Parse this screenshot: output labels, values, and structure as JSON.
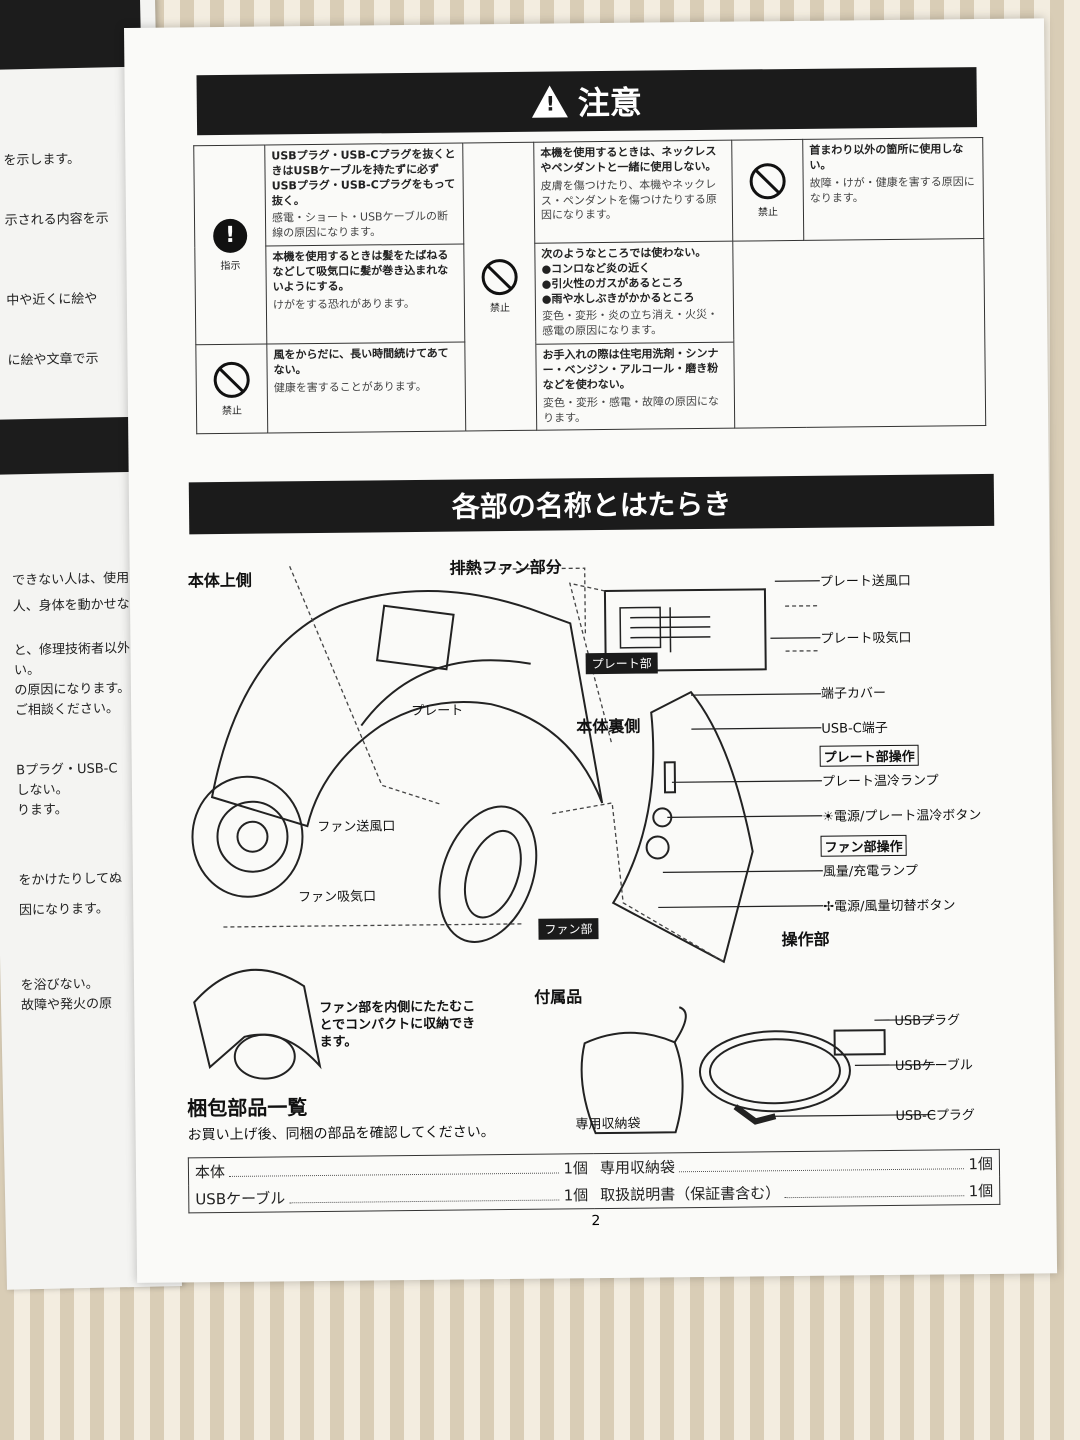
{
  "left_page": {
    "fragments": [
      "を示します。",
      "示される内容を示",
      "中や近くに絵や",
      "に絵や文章で示",
      "できない人は、使用",
      "人、身体を動かせな",
      "と、修理技術者以外",
      "い。",
      "の原因になります。",
      "ご相談ください。",
      "Bプラグ・USB-C",
      "しない。",
      "ります。",
      "をかけたりしてぬ",
      "因になります。",
      "を浴びない。",
      "故障や発火の原"
    ]
  },
  "caution": {
    "title": "注意",
    "instruct_label": "指示",
    "prohibit_label": "禁止",
    "items": {
      "usb_plug_bold": "USBプラグ・USB-Cプラグを抜くときはUSBケーブルを持たずに必ずUSBプラグ・USB-Cプラグをもって抜く。",
      "usb_plug_note": "感電・ショート・USBケーブルの断線の原因になります。",
      "hair_bold": "本機を使用するときは髪をたばねるなどして吸気口に髪が巻き込まれないようにする。",
      "hair_note": "けがをする恐れがあります。",
      "wind_bold": "風をからだに、長い時間続けてあてない。",
      "wind_note": "健康を害することがあります。",
      "necklace_bold": "本機を使用するときは、ネックレスやペンダントと一緒に使用しない。",
      "necklace_note": "皮膚を傷つけたり、本機やネックレス・ペンダントを傷つけたりする原因になります。",
      "places_bold": "次のようなところでは使わない。",
      "places_list": [
        "●コンロなど炎の近く",
        "●引火性のガスがあるところ",
        "●雨や水しぶきがかかるところ"
      ],
      "places_note": "変色・変形・炎の立ち消え・火災・感電の原因になります。",
      "clean_bold": "お手入れの際は住宅用洗剤・シンナー・ベンジン・アルコール・磨き粉などを使わない。",
      "clean_note": "変色・変形・感電・故障の原因になります。",
      "neck_bold": "首まわり以外の箇所に使用しない。",
      "neck_note": "故障・けが・健康を害する原因になります。"
    }
  },
  "names": {
    "title": "各部の名称とはたらき",
    "top_side": "本体上側",
    "exhaust_fan": "排熱ファン部分",
    "plate_outlet": "プレート送風口",
    "plate_inlet": "プレート吸気口",
    "plate_section": "プレート部",
    "plate": "プレート",
    "back_side": "本体裏側",
    "terminal_cover": "端子カバー",
    "usb_c_port": "USB-C端子",
    "plate_ops": "プレート部操作",
    "plate_lamp": "プレート温冷ランプ",
    "plate_button": "☀電源/プレート温冷ボタン",
    "fan_ops": "ファン部操作",
    "fan_lamp": "風量/充電ランプ",
    "fan_button": "✢電源/風量切替ボタン",
    "fan_outlet": "ファン送風口",
    "fan_inlet": "ファン吸気口",
    "fan_section": "ファン部",
    "controls": "操作部",
    "fold_note": "ファン部を内側にたたむことでコンパクトに収納できます。",
    "accessories": "付属品",
    "pouch": "専用収納袋",
    "usb_plug": "USBプラグ",
    "usb_cable": "USBケーブル",
    "usb_c_plug": "USB-Cプラグ"
  },
  "parts_list": {
    "title": "梱包部品一覧",
    "subtitle": "お買い上げ後、同梱の部品を確認してください。",
    "items": [
      {
        "name": "本体",
        "qty": "1個"
      },
      {
        "name": "USBケーブル",
        "qty": "1個"
      },
      {
        "name": "専用収納袋",
        "qty": "1個"
      },
      {
        "name": "取扱説明書（保証書含む）",
        "qty": "1個"
      }
    ]
  },
  "page_number": "2"
}
